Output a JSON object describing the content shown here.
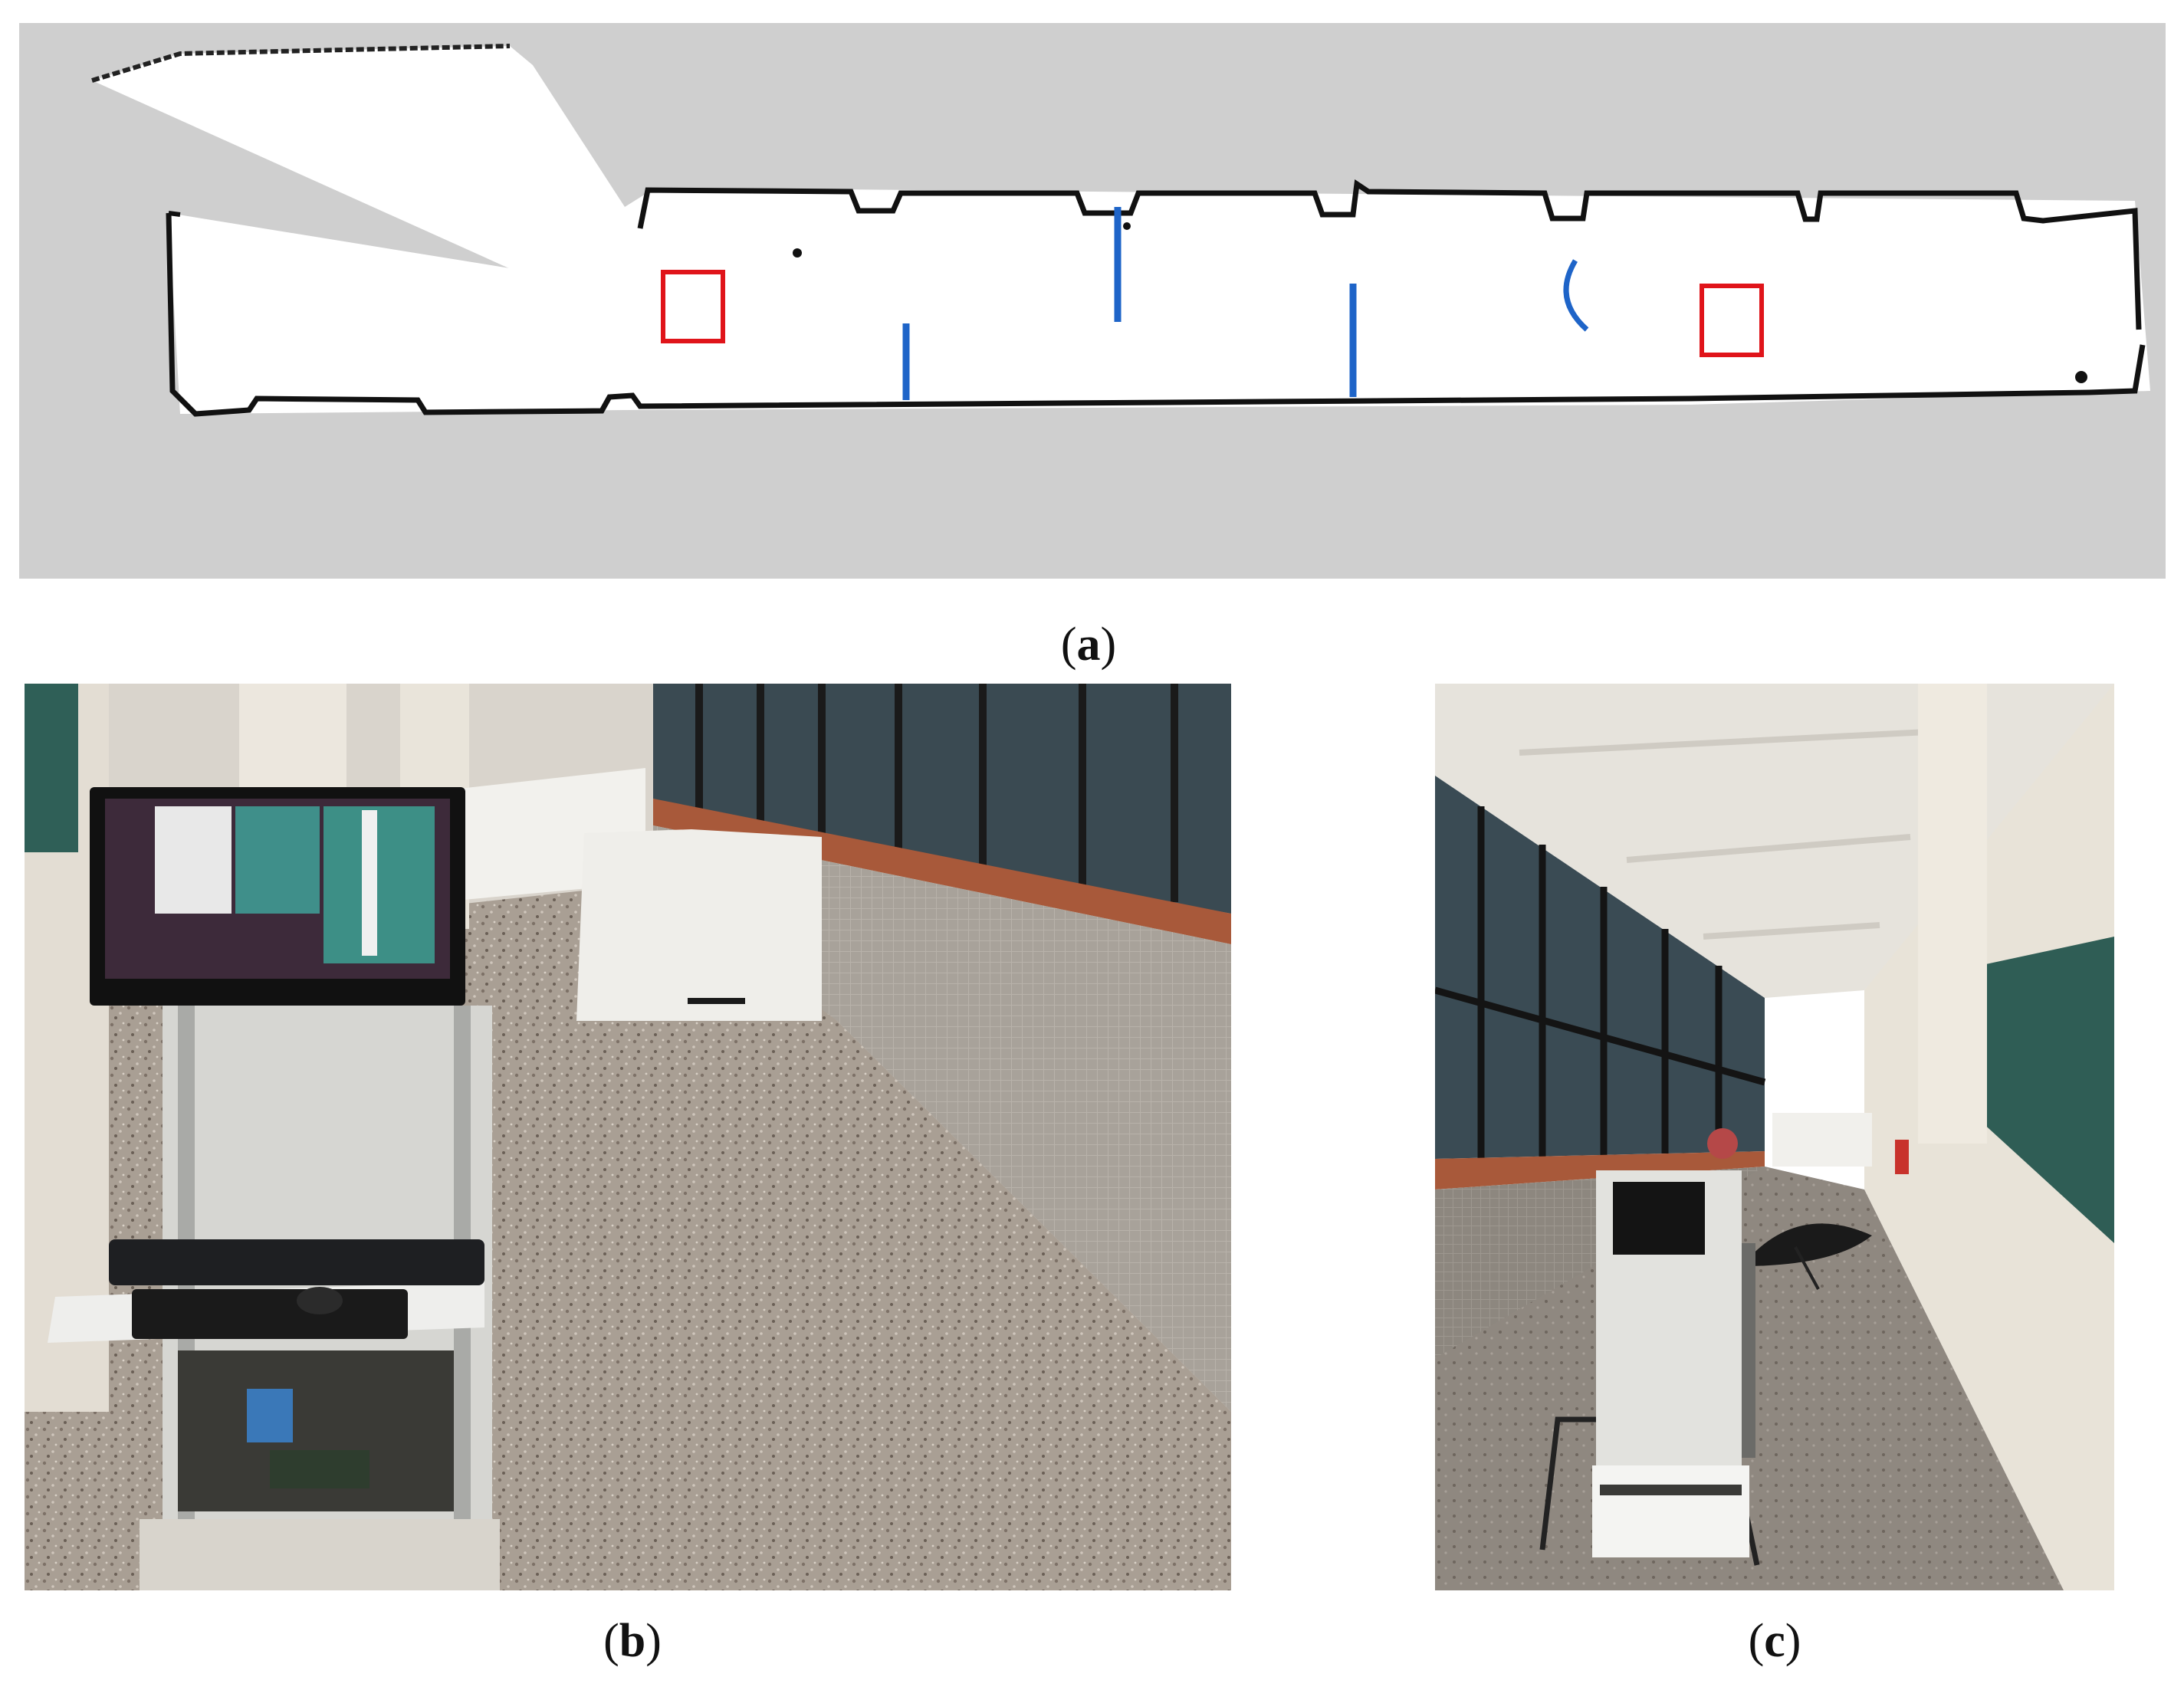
{
  "figure": {
    "panels": [
      {
        "id": "a",
        "label": "a",
        "content": "occupancy-grid-map"
      },
      {
        "id": "b",
        "label": "b",
        "content": "photo-robot-with-monitor-in-corridor"
      },
      {
        "id": "c",
        "label": "c",
        "content": "photo-robot-and-umbrella-in-corridor"
      }
    ],
    "colors": {
      "unknown": "#cfcfcf",
      "free": "#ffffff",
      "wall": "#111111",
      "target_box": "#e0141a",
      "obstacle": "#1e64c8"
    }
  }
}
